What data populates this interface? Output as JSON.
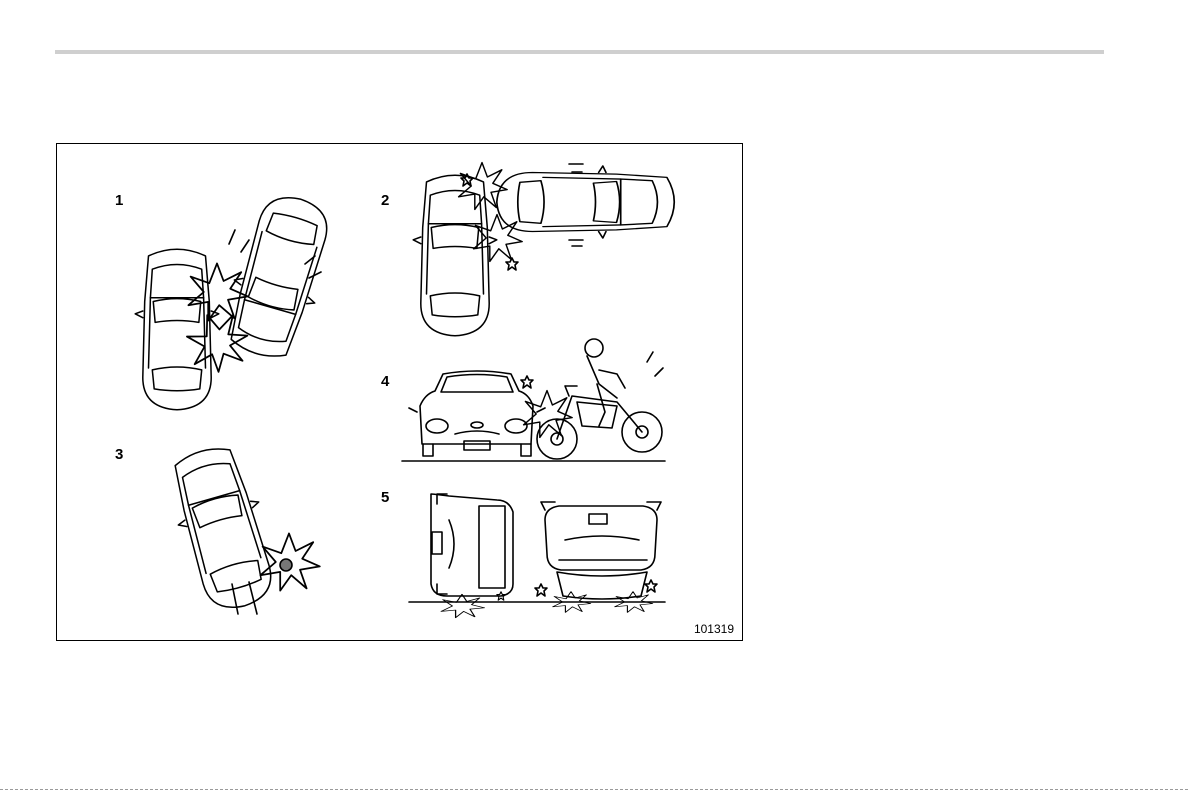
{
  "figure": {
    "labels": [
      "1",
      "2",
      "3",
      "4",
      "5"
    ],
    "code": "101319"
  }
}
